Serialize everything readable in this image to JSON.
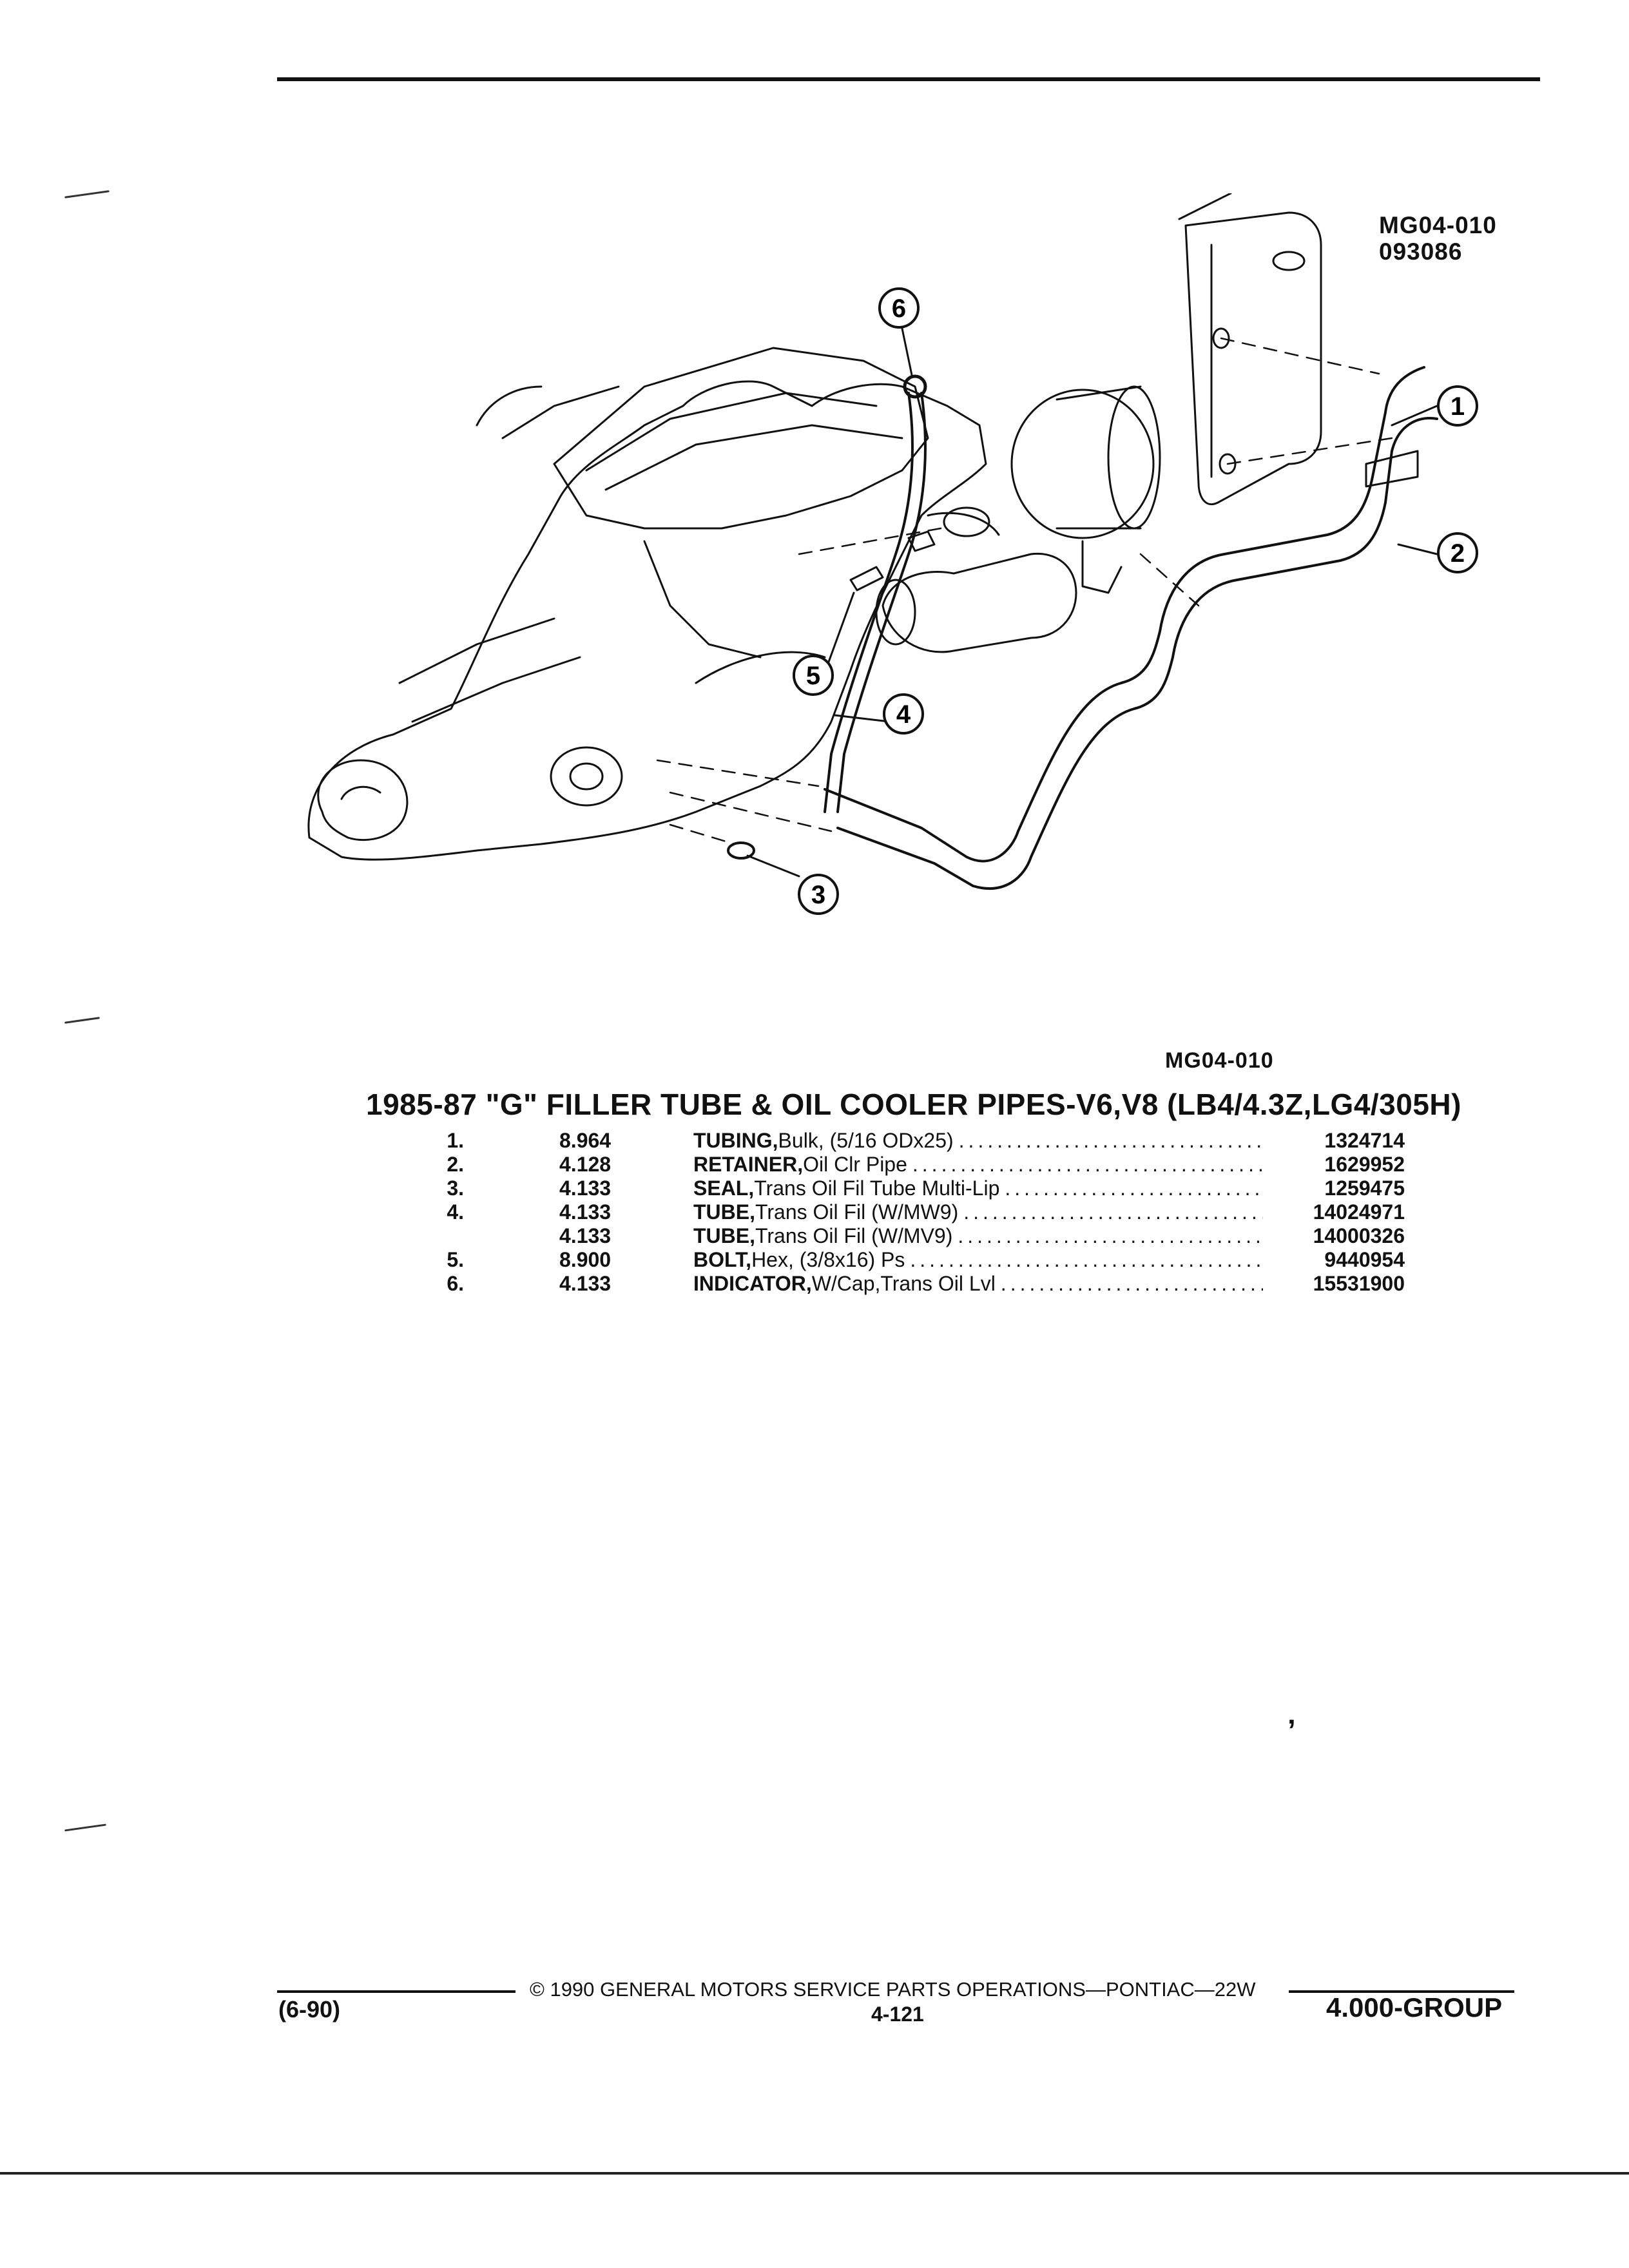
{
  "figure": {
    "code_top": "MG04-010",
    "date_code": "093086",
    "code_bottom": "MG04-010",
    "callouts": [
      "1",
      "2",
      "3",
      "4",
      "5",
      "6"
    ]
  },
  "title": "1985-87 \"G\" FILLER TUBE & OIL COOLER PIPES-V6,V8 (LB4/4.3Z,LG4/305H)",
  "parts": [
    {
      "num": "1.",
      "group": "8.964",
      "name": "TUBING,",
      "detail": " Bulk, (5/16 ODx25)",
      "part_no": "1324714"
    },
    {
      "num": "2.",
      "group": "4.128",
      "name": "RETAINER,",
      "detail": " Oil Clr Pipe",
      "part_no": "1629952"
    },
    {
      "num": "3.",
      "group": "4.133",
      "name": "SEAL,",
      "detail": " Trans Oil Fil Tube Multi-Lip",
      "part_no": "1259475"
    },
    {
      "num": "4.",
      "group": "4.133",
      "name": "TUBE,",
      "detail": " Trans Oil Fil (W/MW9)",
      "part_no": "14024971"
    },
    {
      "num": "",
      "group": "4.133",
      "name": "TUBE,",
      "detail": " Trans Oil Fil (W/MV9)",
      "part_no": "14000326"
    },
    {
      "num": "5.",
      "group": "8.900",
      "name": "BOLT,",
      "detail": " Hex, (3/8x16) Ps",
      "part_no": "9440954"
    },
    {
      "num": "6.",
      "group": "4.133",
      "name": "INDICATOR,",
      "detail": " W/Cap,Trans Oil Lvl",
      "part_no": "15531900"
    }
  ],
  "footer": {
    "date": "(6-90)",
    "copyright": "© 1990 GENERAL MOTORS SERVICE PARTS OPERATIONS—PONTIAC—22W",
    "page": "4-121",
    "group": "4.000-GROUP"
  },
  "stray_mark": "’"
}
